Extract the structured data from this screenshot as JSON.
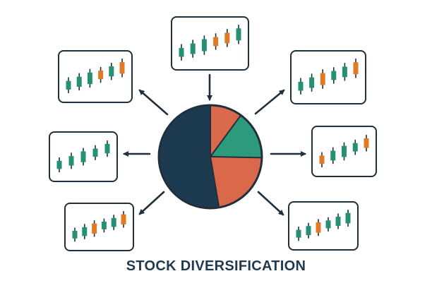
{
  "title": "STOCK DIVERSIFICATION",
  "colors": {
    "navy": "#1c3b50",
    "orange": "#d9694a",
    "teal": "#2d9a7b",
    "candle_green": "#259074",
    "candle_orange": "#e07a26",
    "frame": "#1f2f3c"
  },
  "pie": {
    "slices": [
      {
        "label": "navy-slice",
        "color": "navy",
        "fraction": 0.527
      },
      {
        "label": "orange-slice-top",
        "color": "orange",
        "fraction": 0.101
      },
      {
        "label": "teal-slice",
        "color": "teal",
        "fraction": 0.152
      },
      {
        "label": "orange-slice-bottom",
        "color": "orange",
        "fraction": 0.22
      }
    ]
  },
  "chart_cards": [
    {
      "name": "top-left",
      "candles": [
        "g",
        "g",
        "g",
        "o",
        "g",
        "o"
      ]
    },
    {
      "name": "top",
      "candles": [
        "g",
        "g",
        "g",
        "o",
        "o",
        "g"
      ]
    },
    {
      "name": "top-right",
      "candles": [
        "g",
        "g",
        "o",
        "g",
        "g",
        "o"
      ]
    },
    {
      "name": "left",
      "candles": [
        "g",
        "g",
        "g",
        "g",
        "g"
      ]
    },
    {
      "name": "right",
      "candles": [
        "o",
        "g",
        "g",
        "g",
        "o"
      ]
    },
    {
      "name": "bottom-left",
      "candles": [
        "g",
        "g",
        "o",
        "g",
        "g",
        "o"
      ]
    },
    {
      "name": "bottom-right",
      "candles": [
        "g",
        "g",
        "o",
        "g",
        "g",
        "g"
      ]
    }
  ]
}
